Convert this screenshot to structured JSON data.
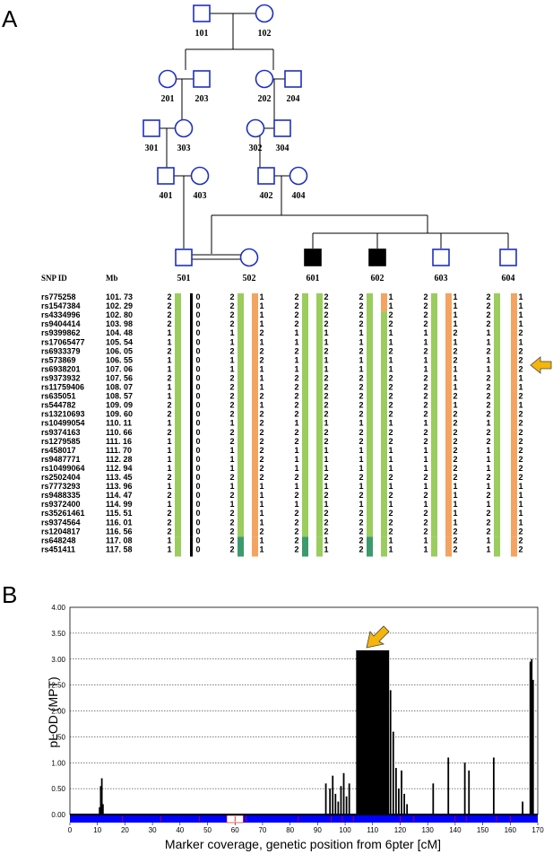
{
  "panels": {
    "a": "A",
    "b": "B"
  },
  "pedigree": {
    "individuals": [
      {
        "id": "101",
        "sex": "m",
        "affected": false
      },
      {
        "id": "102",
        "sex": "f",
        "affected": false
      },
      {
        "id": "201",
        "sex": "f",
        "affected": false
      },
      {
        "id": "203",
        "sex": "m",
        "affected": false
      },
      {
        "id": "202",
        "sex": "f",
        "affected": false
      },
      {
        "id": "204",
        "sex": "m",
        "affected": false
      },
      {
        "id": "301",
        "sex": "m",
        "affected": false
      },
      {
        "id": "303",
        "sex": "f",
        "affected": false
      },
      {
        "id": "302",
        "sex": "f",
        "affected": false
      },
      {
        "id": "304",
        "sex": "m",
        "affected": false
      },
      {
        "id": "401",
        "sex": "m",
        "affected": false
      },
      {
        "id": "403",
        "sex": "f",
        "affected": false
      },
      {
        "id": "402",
        "sex": "m",
        "affected": false
      },
      {
        "id": "404",
        "sex": "f",
        "affected": false
      },
      {
        "id": "501",
        "sex": "m",
        "affected": false
      },
      {
        "id": "502",
        "sex": "f",
        "affected": false
      },
      {
        "id": "601",
        "sex": "m",
        "affected": true
      },
      {
        "id": "602",
        "sex": "m",
        "affected": true
      },
      {
        "id": "603",
        "sex": "m",
        "affected": false
      },
      {
        "id": "604",
        "sex": "m",
        "affected": false
      }
    ]
  },
  "haplotype": {
    "col_snp": "SNP ID",
    "col_mb": "Mb",
    "snps": [
      "rs775258",
      "rs1547384",
      "rs4334996",
      "rs9404414",
      "rs9399862",
      "rs17065477",
      "rs6933379",
      "rs573869",
      "rs6938201",
      "rs9373932",
      "rs11759406",
      "rs635051",
      "rs544782",
      "rs13210693",
      "rs10499054",
      "rs9374163",
      "rs1279585",
      "rs458017",
      "rs9487771",
      "rs10499064",
      "rs2502404",
      "rs7773293",
      "rs9488335",
      "rs9372400",
      "rs35261461",
      "rs9374564",
      "rs1204817",
      "rs648248",
      "rs451411"
    ],
    "mb": [
      "101. 73",
      "102. 29",
      "102. 80",
      "103. 98",
      "104. 48",
      "105. 54",
      "106. 05",
      "106. 55",
      "107. 06",
      "107. 56",
      "108. 07",
      "108. 57",
      "109. 09",
      "109. 60",
      "110. 11",
      "110. 66",
      "111. 16",
      "111. 70",
      "112. 28",
      "112. 94",
      "113. 45",
      "113. 96",
      "114. 47",
      "114. 99",
      "115. 51",
      "116. 01",
      "116. 56",
      "117. 08",
      "117. 58"
    ],
    "individuals": [
      {
        "id": "501",
        "left": [
          "2",
          "2",
          "2",
          "2",
          "1",
          "1",
          "2",
          "1",
          "1",
          "2",
          "1",
          "1",
          "2",
          "2",
          "1",
          "2",
          "1",
          "1",
          "1",
          "1",
          "2",
          "1",
          "2",
          "1",
          "2",
          "2",
          "2",
          "1",
          "1"
        ],
        "right": [
          "0",
          "0",
          "0",
          "0",
          "0",
          "0",
          "0",
          "0",
          "0",
          "0",
          "0",
          "0",
          "0",
          "0",
          "0",
          "0",
          "0",
          "0",
          "0",
          "0",
          "0",
          "0",
          "0",
          "0",
          "0",
          "0",
          "0",
          "0",
          "0"
        ],
        "left_color": "#9ACD5E",
        "right_color": "#000000",
        "tail_left": "#9ACD5E",
        "tail_right": "#000000"
      },
      {
        "id": "502",
        "left": [
          "2",
          "2",
          "2",
          "2",
          "1",
          "1",
          "2",
          "1",
          "1",
          "2",
          "2",
          "2",
          "2",
          "2",
          "1",
          "2",
          "2",
          "1",
          "1",
          "1",
          "2",
          "1",
          "2",
          "1",
          "2",
          "2",
          "2",
          "2",
          "2"
        ],
        "right": [
          "1",
          "1",
          "1",
          "1",
          "2",
          "1",
          "2",
          "2",
          "1",
          "1",
          "1",
          "2",
          "1",
          "2",
          "2",
          "2",
          "2",
          "2",
          "2",
          "2",
          "2",
          "1",
          "1",
          "1",
          "1",
          "1",
          "2",
          "1",
          "1"
        ],
        "left_color": "#9ACD5E",
        "right_color": "#F4A460",
        "tail_left": "#3C9A6E",
        "tail_right": "#F4A460"
      },
      {
        "id": "601",
        "left": [
          "2",
          "2",
          "2",
          "2",
          "1",
          "1",
          "2",
          "1",
          "1",
          "2",
          "2",
          "2",
          "2",
          "2",
          "1",
          "2",
          "2",
          "1",
          "1",
          "1",
          "2",
          "1",
          "2",
          "1",
          "2",
          "2",
          "2",
          "2",
          "2"
        ],
        "right": [
          "2",
          "2",
          "2",
          "2",
          "1",
          "1",
          "2",
          "1",
          "1",
          "2",
          "2",
          "2",
          "2",
          "2",
          "1",
          "2",
          "2",
          "1",
          "1",
          "1",
          "2",
          "1",
          "2",
          "1",
          "2",
          "2",
          "2",
          "1",
          "1"
        ],
        "left_color": "#9ACD5E",
        "right_color": "#9ACD5E",
        "tail_left": "#3C9A6E",
        "tail_right": "#9ACD5E"
      },
      {
        "id": "602",
        "left": [
          "2",
          "2",
          "2",
          "2",
          "1",
          "1",
          "2",
          "1",
          "1",
          "2",
          "2",
          "2",
          "2",
          "2",
          "1",
          "2",
          "2",
          "1",
          "1",
          "1",
          "2",
          "1",
          "2",
          "1",
          "2",
          "2",
          "2",
          "2",
          "2"
        ],
        "right": [
          "1",
          "1",
          "2",
          "2",
          "1",
          "1",
          "2",
          "1",
          "1",
          "2",
          "2",
          "2",
          "2",
          "2",
          "1",
          "2",
          "2",
          "1",
          "1",
          "1",
          "2",
          "1",
          "2",
          "1",
          "2",
          "2",
          "2",
          "1",
          "1"
        ],
        "left_color": "#9ACD5E",
        "right_color": "#9ACD5E",
        "tail_left": "#3C9A6E",
        "tail_right": "#9ACD5E",
        "top_right_color": "#F4A460",
        "top_rows": 2
      },
      {
        "id": "603",
        "left": [
          "2",
          "2",
          "2",
          "2",
          "1",
          "1",
          "2",
          "1",
          "1",
          "2",
          "2",
          "2",
          "2",
          "2",
          "1",
          "2",
          "2",
          "1",
          "1",
          "1",
          "2",
          "1",
          "2",
          "1",
          "2",
          "2",
          "2",
          "1",
          "1"
        ],
        "right": [
          "1",
          "1",
          "1",
          "1",
          "2",
          "1",
          "2",
          "2",
          "1",
          "1",
          "1",
          "2",
          "1",
          "2",
          "2",
          "2",
          "2",
          "2",
          "2",
          "2",
          "2",
          "1",
          "1",
          "1",
          "1",
          "1",
          "2",
          "2",
          "2"
        ],
        "left_color": "#9ACD5E",
        "right_color": "#F4A460",
        "tail_left": "#9ACD5E",
        "tail_right": "#F4A460"
      },
      {
        "id": "604",
        "left": [
          "2",
          "2",
          "2",
          "2",
          "1",
          "1",
          "2",
          "1",
          "1",
          "2",
          "2",
          "2",
          "2",
          "2",
          "1",
          "2",
          "2",
          "1",
          "1",
          "1",
          "2",
          "1",
          "2",
          "1",
          "2",
          "2",
          "2",
          "1",
          "1"
        ],
        "right": [
          "1",
          "1",
          "1",
          "1",
          "2",
          "1",
          "2",
          "2",
          "2",
          "1",
          "1",
          "2",
          "1",
          "2",
          "2",
          "2",
          "2",
          "2",
          "2",
          "2",
          "2",
          "1",
          "1",
          "1",
          "1",
          "1",
          "2",
          "2",
          "2"
        ],
        "left_color": "#9ACD5E",
        "right_color": "#F4A460",
        "tail_left": "#9ACD5E",
        "tail_right": "#F4A460"
      }
    ]
  },
  "chart_data": {
    "type": "line",
    "ylabel": "pLOD (MPT)",
    "xlabel": "Marker coverage, genetic position from 6pter [cM]",
    "xlim": [
      0,
      170
    ],
    "ylim": [
      0,
      4
    ],
    "xticks": [
      "0",
      "10",
      "20",
      "30",
      "40",
      "50",
      "60",
      "70",
      "80",
      "90",
      "100",
      "110",
      "120",
      "130",
      "140",
      "150",
      "160",
      "170"
    ],
    "yticks": [
      "0.00",
      "0.50",
      "1.00",
      "1.50",
      "2.00",
      "2.50",
      "3.00",
      "3.50",
      "4.00"
    ],
    "grid": true,
    "spikes": [
      {
        "x": 10.8,
        "y": 0.14
      },
      {
        "x": 11.2,
        "y": 0.55
      },
      {
        "x": 11.6,
        "y": 0.7
      },
      {
        "x": 12.0,
        "y": 0.2
      },
      {
        "x": 93.0,
        "y": 0.6
      },
      {
        "x": 94.5,
        "y": 0.5
      },
      {
        "x": 95.5,
        "y": 0.75
      },
      {
        "x": 96.5,
        "y": 0.4
      },
      {
        "x": 97.5,
        "y": 0.25
      },
      {
        "x": 98.5,
        "y": 0.55
      },
      {
        "x": 99.5,
        "y": 0.8
      },
      {
        "x": 100.5,
        "y": 0.35
      },
      {
        "x": 101.5,
        "y": 0.6
      },
      {
        "x": 116.5,
        "y": 2.4
      },
      {
        "x": 117.5,
        "y": 1.6
      },
      {
        "x": 118.5,
        "y": 0.9
      },
      {
        "x": 119.5,
        "y": 0.5
      },
      {
        "x": 120.5,
        "y": 0.85
      },
      {
        "x": 121.5,
        "y": 0.4
      },
      {
        "x": 122.5,
        "y": 0.2
      },
      {
        "x": 132.0,
        "y": 0.6
      },
      {
        "x": 137.5,
        "y": 1.1
      },
      {
        "x": 143.5,
        "y": 1.0
      },
      {
        "x": 145.0,
        "y": 0.85
      },
      {
        "x": 154.0,
        "y": 1.1
      },
      {
        "x": 164.5,
        "y": 0.25
      },
      {
        "x": 167.3,
        "y": 2.95
      },
      {
        "x": 167.8,
        "y": 3.0
      },
      {
        "x": 168.3,
        "y": 2.6
      }
    ],
    "peak": {
      "x_start": 104.0,
      "x_end": 116.0,
      "y": 3.17
    },
    "peak_color": "#000000",
    "coverage_color": "#0000FF",
    "coverage_gaps": [
      [
        57,
        63
      ]
    ],
    "arrow_color": "#F5B50A"
  }
}
